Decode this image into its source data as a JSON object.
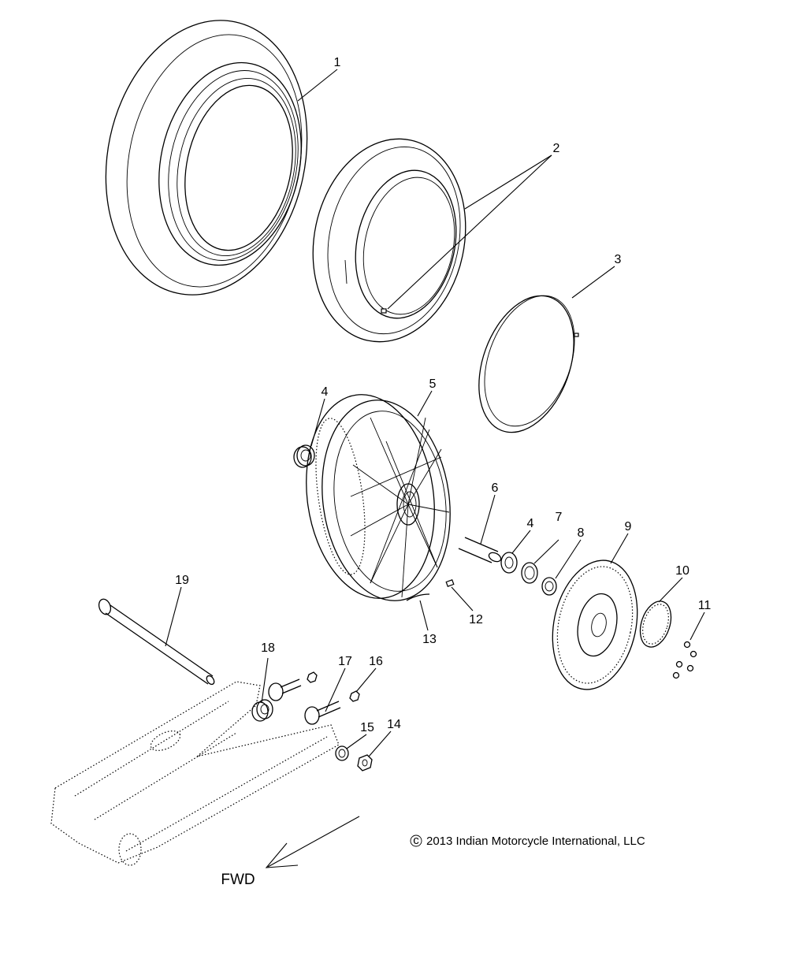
{
  "callouts": [
    {
      "id": "1",
      "label": "1",
      "part": "rear-tire"
    },
    {
      "id": "2",
      "label": "2",
      "part": "inner-tube"
    },
    {
      "id": "3",
      "label": "3",
      "part": "rim-strip"
    },
    {
      "id": "4a",
      "label": "4",
      "part": "wheel-bearing-left"
    },
    {
      "id": "5",
      "label": "5",
      "part": "spoked-wheel"
    },
    {
      "id": "6",
      "label": "6",
      "part": "spacer-tube"
    },
    {
      "id": "4b",
      "label": "4",
      "part": "wheel-bearing-right"
    },
    {
      "id": "7",
      "label": "7",
      "part": "seal"
    },
    {
      "id": "8",
      "label": "8",
      "part": "spacer"
    },
    {
      "id": "9",
      "label": "9",
      "part": "brake-disc"
    },
    {
      "id": "10",
      "label": "10",
      "part": "abs-tone-ring"
    },
    {
      "id": "11",
      "label": "11",
      "part": "screws"
    },
    {
      "id": "12",
      "label": "12",
      "part": "valve-clip"
    },
    {
      "id": "13",
      "label": "13",
      "part": "balance-weight"
    },
    {
      "id": "14",
      "label": "14",
      "part": "nut"
    },
    {
      "id": "15",
      "label": "15",
      "part": "washer"
    },
    {
      "id": "16",
      "label": "16",
      "part": "nut-small"
    },
    {
      "id": "17",
      "label": "17",
      "part": "adjuster-bolt"
    },
    {
      "id": "18",
      "label": "18",
      "part": "bushing"
    },
    {
      "id": "19",
      "label": "19",
      "part": "axle"
    }
  ],
  "direction_label": "FWD",
  "copyright_symbol": "c",
  "copyright_text": "2013 Indian Motorcycle International, LLC"
}
